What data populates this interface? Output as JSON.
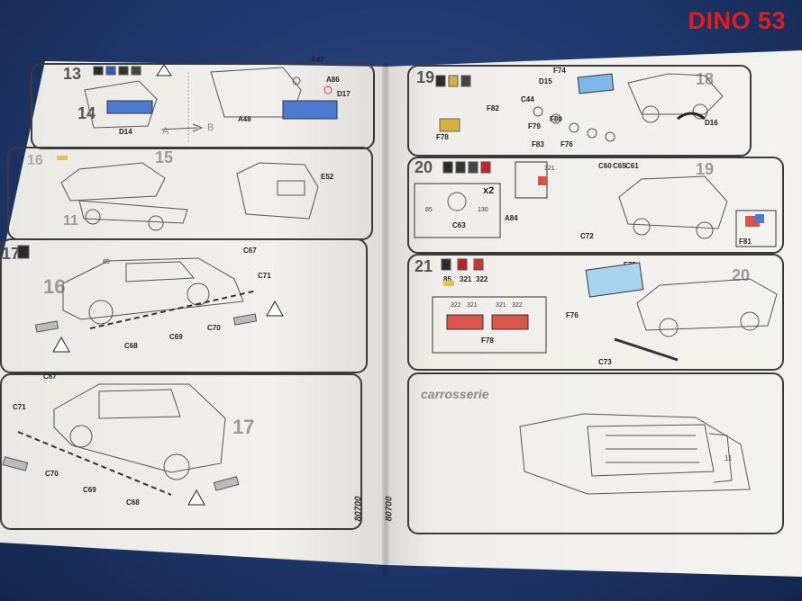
{
  "watermark": "DINO 53",
  "left_page": {
    "steps": [
      "13",
      "14",
      "16",
      "15",
      "11",
      "17",
      "16",
      "17"
    ],
    "panel1": {
      "arrow_a": "A",
      "arrow_b": "B",
      "part_codes": [
        "D14",
        "A48",
        "D17",
        "A86",
        "A47"
      ]
    },
    "panel2": {
      "part_code": "E52"
    },
    "panel3": {
      "part_codes": [
        "C67",
        "C71",
        "C70",
        "C69",
        "C68"
      ],
      "number": "85"
    },
    "panel4": {
      "part_codes": [
        "C67",
        "C71",
        "C70",
        "C69",
        "C68"
      ]
    },
    "page_number": "80700"
  },
  "right_page": {
    "steps": [
      "19",
      "18",
      "20",
      "19",
      "21",
      "20"
    ],
    "panel1": {
      "part_codes": [
        "F74",
        "D15",
        "C44",
        "F82",
        "F79",
        "F80",
        "F83",
        "F76",
        "F78",
        "D16"
      ]
    },
    "panel2": {
      "multiplier": "x2",
      "part_codes": [
        "C63",
        "C65",
        "A84",
        "C72",
        "C61",
        "C60",
        "F81"
      ],
      "numbers": [
        "85",
        "130",
        "321"
      ]
    },
    "panel3": {
      "paints": [
        "85",
        "321",
        "322"
      ],
      "light_codes": [
        "322",
        "321",
        "321",
        "322"
      ],
      "part_codes": [
        "F75",
        "F76",
        "F78",
        "C73"
      ]
    },
    "panel4": {
      "title": "carrosserie"
    },
    "page_number": "80700"
  }
}
